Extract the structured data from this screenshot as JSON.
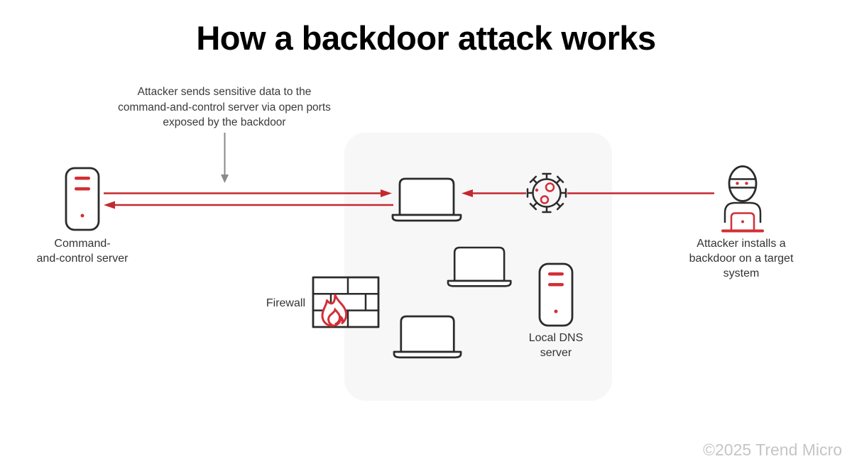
{
  "title": "How a backdoor attack works",
  "annotation": {
    "lines": [
      "Attacker sends sensitive data to the",
      "command-and-control server via open ports",
      "exposed by the backdoor"
    ]
  },
  "nodes": {
    "c2_server": {
      "lines": [
        "Command-",
        "and-control server"
      ]
    },
    "firewall": {
      "label": "Firewall"
    },
    "dns_server": {
      "lines": [
        "Local DNS",
        "server"
      ]
    },
    "attacker": {
      "lines": [
        "Attacker installs a",
        "backdoor on a target",
        "system"
      ]
    }
  },
  "icons": {
    "c2-server-icon": "server-tower",
    "dns-server-icon": "server-tower",
    "target-laptop-icon": "laptop",
    "network-laptop-icon": "laptop",
    "virus-icon": "malware-virus",
    "firewall-icon": "brick-wall-with-flame",
    "attacker-icon": "masked-attacker-with-laptop"
  },
  "palette": {
    "red": "#c4292f",
    "icon_red": "#d22f36",
    "outline": "#2b2b2b",
    "zone_fill": "#f7f7f8",
    "arrow_gray": "#8a8a8a",
    "text": "#333333",
    "watermark": "#c5c5c5"
  },
  "watermark": "©2025 Trend Micro"
}
